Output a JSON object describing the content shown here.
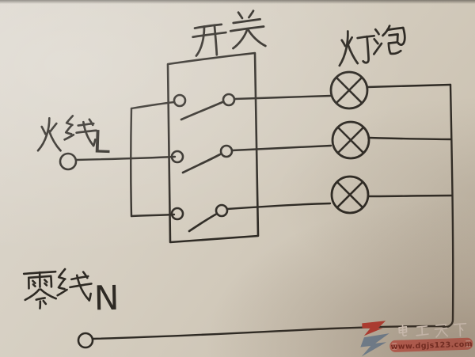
{
  "page": {
    "paper_color": "#d4cdc0",
    "ink_color": "#2e2a24"
  },
  "labels": {
    "switch_box": "开关",
    "bulbs": "灯泡",
    "live_wire": "火线L",
    "neutral_wire": "零线N"
  },
  "diagram": {
    "type": "hand-drawn wiring diagram",
    "switch_count": 3,
    "bulb_count": 3,
    "switch_states": [
      "open",
      "open",
      "open"
    ]
  },
  "watermark": {
    "brand": "电工天下",
    "url": "www.dgjs123.com",
    "colors": {
      "brand_text": "#eaddd2",
      "band": "#c9554a",
      "url_text": "#7c241c",
      "logo_red": "#bf3a31",
      "logo_blue": "#74889c"
    }
  }
}
